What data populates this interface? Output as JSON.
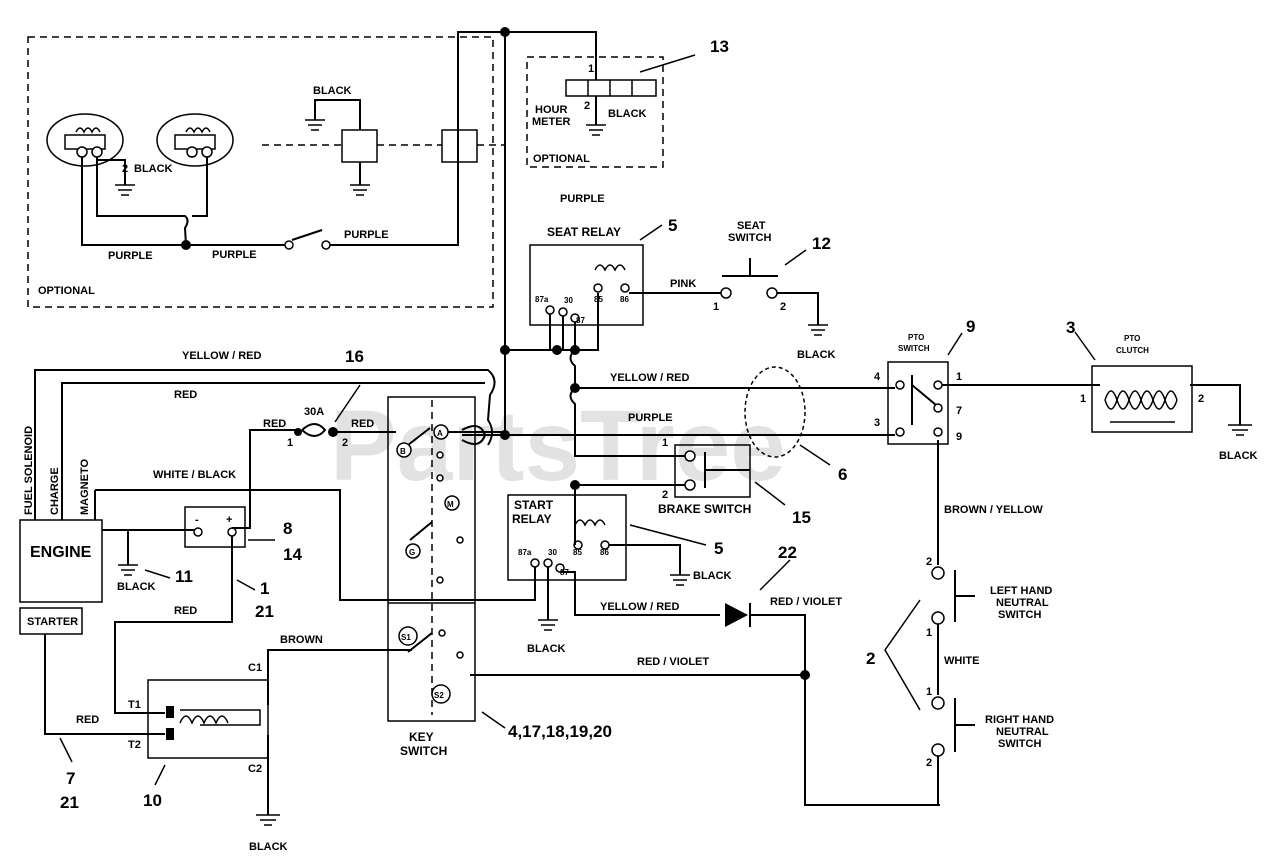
{
  "watermark": "PartsTree",
  "labels": {
    "black": "BLACK",
    "purple": "PURPLE",
    "pink": "PINK",
    "red": "RED",
    "yellow_red": "YELLOW / RED",
    "white_black": "WHITE / BLACK",
    "brown": "BROWN",
    "brown_yellow": "BROWN / YELLOW",
    "red_violet": "RED / VIOLET",
    "white": "WHITE",
    "optional": "OPTIONAL",
    "hour": "HOUR",
    "meter": "METER",
    "seat_relay": "SEAT RELAY",
    "seat": "SEAT",
    "switch": "SWITCH",
    "pto": "PTO",
    "clutch": "CLUTCH",
    "brake_switch": "BRAKE SWITCH",
    "start": "START",
    "relay": "RELAY",
    "engine": "ENGINE",
    "starter": "STARTER",
    "fuel_solenoid": "FUEL SOLENOID",
    "charge": "CHARGE",
    "magneto": "MAGNETO",
    "key": "KEY",
    "left_hand": "LEFT HAND",
    "neutral": "NEUTRAL",
    "right_hand": "RIGHT HAND",
    "fuse": "30A",
    "minus": "-",
    "plus": "+"
  },
  "terminals": {
    "t1": "1",
    "t2": "2",
    "t3": "3",
    "t4": "4",
    "t7": "7",
    "t9": "9",
    "r87a": "87a",
    "r30": "30",
    "r87": "87",
    "r85": "85",
    "r86": "86",
    "ka": "A",
    "kb": "B",
    "km": "M",
    "kg": "G",
    "ks1": "S1",
    "ks2": "S2",
    "c1": "C1",
    "c2": "C2",
    "T1": "T1",
    "T2": "T2"
  },
  "callouts": {
    "c13": "13",
    "c5": "5",
    "c12": "12",
    "c9": "9",
    "c3": "3",
    "c16": "16",
    "c6": "6",
    "c15": "15",
    "c8": "8",
    "c14": "14",
    "c11": "11",
    "c1": "1",
    "c21": "21",
    "c22": "22",
    "c2": "2",
    "c4": "4,17,18,19,20",
    "c7": "7",
    "c10": "10"
  }
}
